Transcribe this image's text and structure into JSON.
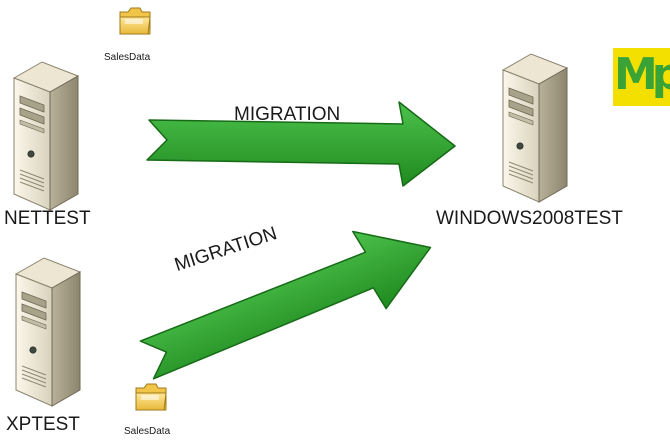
{
  "servers": {
    "nettest": {
      "label": "NETTEST"
    },
    "xptest": {
      "label": "XPTEST"
    },
    "target": {
      "label": "WINDOWS2008TEST"
    }
  },
  "folders": {
    "top": {
      "label": "SalesData",
      "icon": "folder-icon"
    },
    "bottom": {
      "label": "SalesData",
      "icon": "folder-icon"
    }
  },
  "arrows": {
    "top": {
      "label": "MIGRATION"
    },
    "bottom": {
      "label": "MIGRATION"
    }
  },
  "logo": {
    "text": "Mp"
  },
  "colors": {
    "arrow_fill": "#2f9e2f",
    "arrow_dark": "#1d7a1d",
    "logo_bg": "#f3e000",
    "logo_text": "#3aa335"
  }
}
